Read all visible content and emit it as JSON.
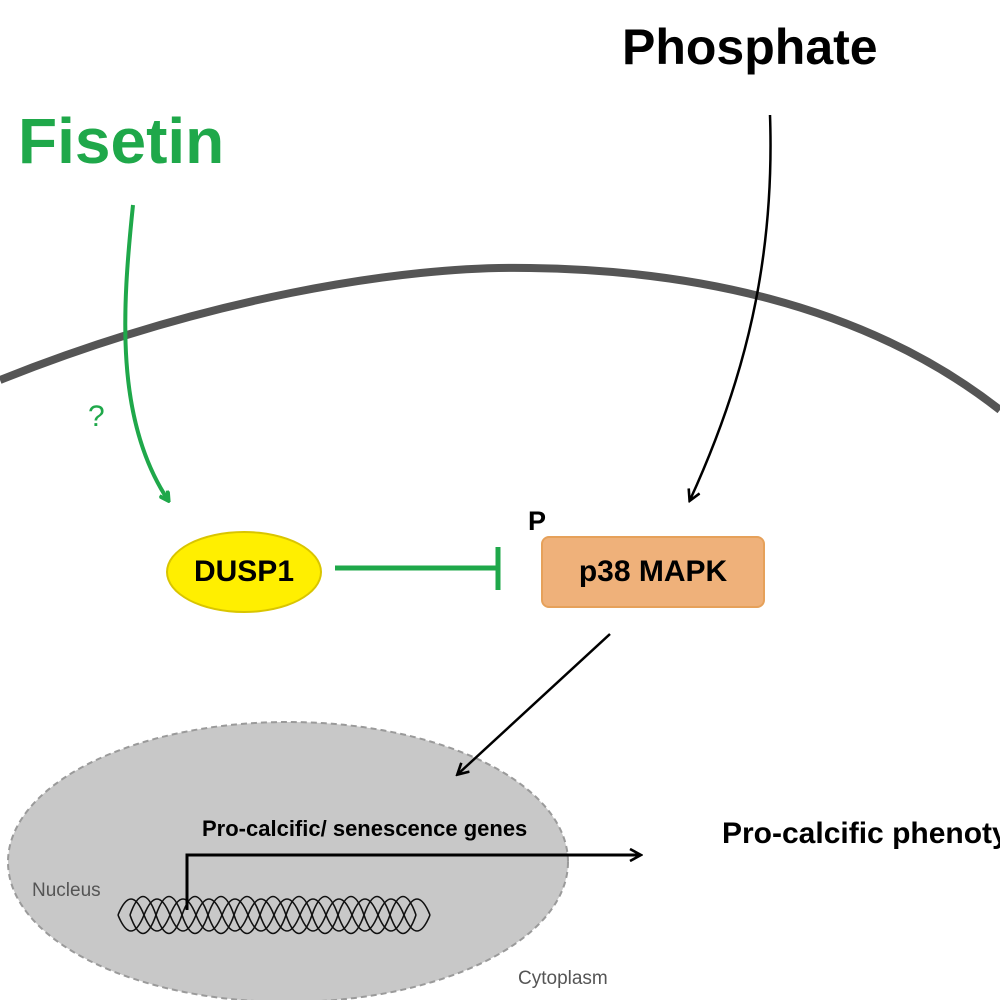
{
  "labels": {
    "fisetin": "Fisetin",
    "phosphate": "Phosphate",
    "question": "?",
    "dusp1": "DUSP1",
    "phospho_mark": "P",
    "p38": "p38 MAPK",
    "genes": "Pro-calcific/ senescence genes",
    "phenotype": "Pro-calcific phenotype",
    "nucleus": "Nucleus",
    "cytoplasm": "Cytoplasm"
  },
  "colors": {
    "fisetin_green": "#1fa84a",
    "inhibit_green": "#1fa84a",
    "dusp1_fill": "#ffef00",
    "p38_fill": "#efb17a",
    "membrane": "#555555",
    "nucleus_fill": "#c8c8c8",
    "arrow": "#000000"
  },
  "relations": [
    {
      "from": "Fisetin",
      "to": "DUSP1",
      "type": "activates",
      "label": "?"
    },
    {
      "from": "Phosphate",
      "to": "p38 MAPK",
      "type": "activates"
    },
    {
      "from": "DUSP1",
      "to": "p38 MAPK",
      "type": "inhibits"
    },
    {
      "from": "p38 MAPK",
      "to": "Nucleus",
      "type": "activates"
    },
    {
      "from": "Pro-calcific/ senescence genes",
      "to": "Pro-calcific phenotype",
      "type": "leads-to"
    }
  ]
}
